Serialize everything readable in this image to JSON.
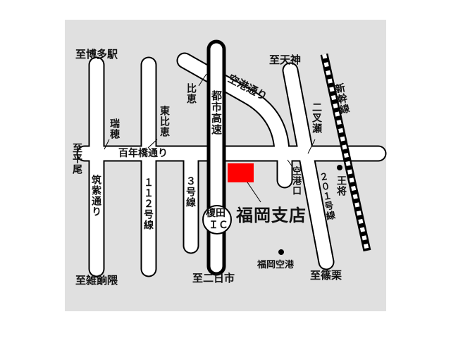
{
  "map": {
    "background_color": "#e0e0e0",
    "office_marker_color": "#ff0000",
    "labels": {
      "to_hakata": "至博多駅",
      "to_tenjin": "至天神",
      "hie": "比恵",
      "toshi_kosoku": "都市高速",
      "kuko_dori": "空港通り",
      "shinkansen": "新幹線",
      "mizuho": "瑞穂",
      "higashi_hie": "東比恵",
      "futamatase": "二叉瀬",
      "to_hirao": "至平尾",
      "hyakunenbashi_dori": "百年橋通り",
      "chikushi_dori": "筑紫通り",
      "route_112": "１１２号線",
      "route_3": "３号線",
      "enokida_ic_1": "榎田",
      "enokida_ic_2": "ＩＣ",
      "office": "福岡支店",
      "kukoguchi": "空港口",
      "route_201": "２０１号線",
      "osho": "王将",
      "fukuoka_airport": "福岡空港",
      "to_zasshonokuma": "至雑餉隈",
      "to_futsukaichi": "至二日市",
      "to_sasaguri": "至篠栗"
    }
  }
}
